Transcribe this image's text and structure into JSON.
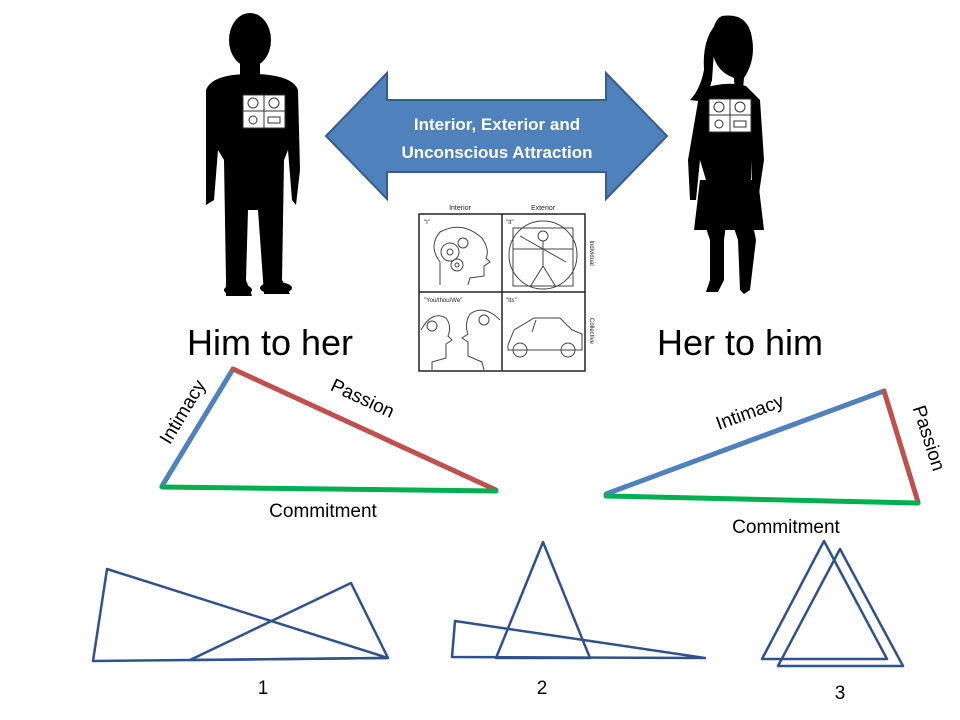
{
  "arrow": {
    "line1": "Interior, Exterior and",
    "line2": "Unconscious Attraction"
  },
  "quadrant": {
    "header_left": "Interior",
    "header_right": "Exterior",
    "side_top": "Individual",
    "side_bottom": "Collective",
    "q_ul": "\"I\"",
    "q_ur": "\"It\"",
    "q_ll": "\"You/thou/We\"",
    "q_lr": "\"Its\""
  },
  "left": {
    "heading": "Him to her",
    "intimacy": "Intimacy",
    "passion": "Passion",
    "commitment": "Commitment"
  },
  "right": {
    "heading": "Her to him",
    "intimacy": "Intimacy",
    "passion": "Passion",
    "commitment": "Commitment"
  },
  "examples": {
    "label1": "1",
    "label2": "2",
    "label3": "3"
  },
  "colors": {
    "intimacy": "#4f81bd",
    "passion": "#c0504d",
    "commitment": "#00b050",
    "arrow": "#4f81bd",
    "outline": "#2f528f",
    "silhouette": "#000000"
  }
}
